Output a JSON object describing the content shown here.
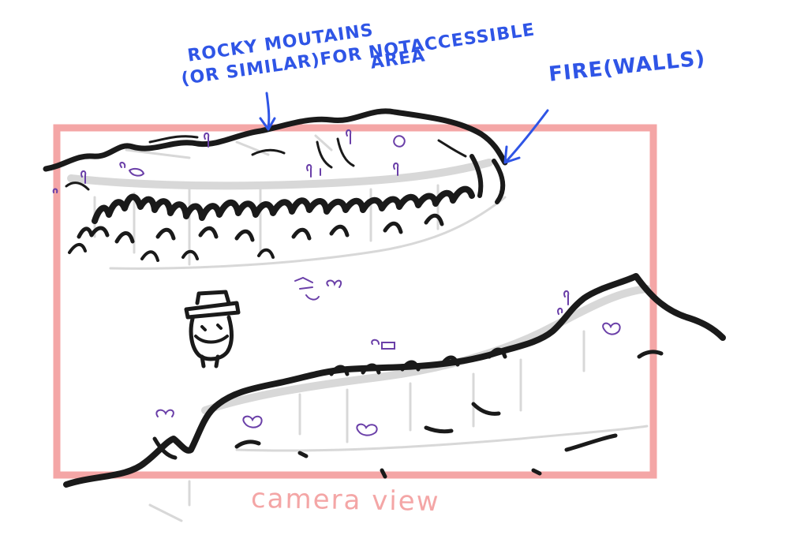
{
  "annotations": {
    "rocky_line1": "ROCKY MOUTAINS",
    "rocky_line2": "(OR SIMILAR)FOR NOTACCESSIBLE",
    "rocky_line3": "AREA",
    "fire": "FIRE(WALLS)"
  },
  "camera": {
    "label": "camera view"
  },
  "colors": {
    "annotation": "#2f55e6",
    "camera_frame": "#f4a6a6",
    "ink": "#1a1a1a",
    "shadow": "#d8d8d8",
    "flowers": "#6a3fa8"
  },
  "icons": [
    "rock-wall-icon",
    "fire-wall-icon",
    "player-character-icon",
    "flower-icon",
    "arrow-icon"
  ]
}
